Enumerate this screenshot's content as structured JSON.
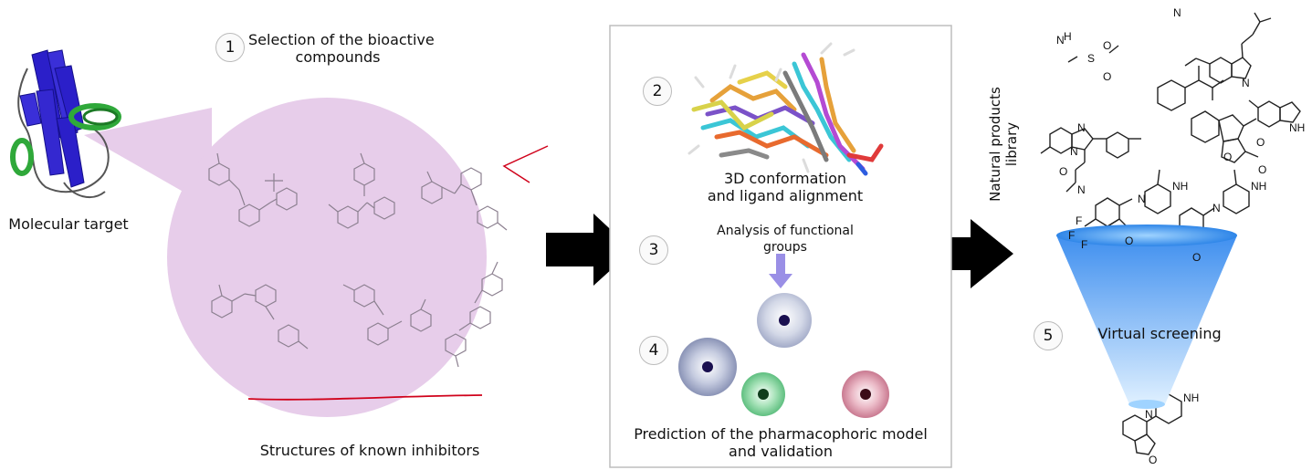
{
  "panel1": {
    "step": "1",
    "title_line1": "Selection of the bioactive",
    "title_line2": "compounds",
    "target_label": "Molecular target",
    "bubble_caption": "Structures of known inhibitors"
  },
  "panel2": {
    "step2": "2",
    "step3": "3",
    "step4": "4",
    "conformation_line1": "3D conformation",
    "conformation_line2": "and ligand alignment",
    "functional_line1": "Analysis of functional",
    "functional_line2": "groups",
    "prediction_line1": "Prediction of the pharmacophoric model",
    "prediction_line2": "and validation"
  },
  "panel3": {
    "library_line1": "Natural products",
    "library_line2": "library",
    "step5": "5",
    "screening_label": "Virtual screening",
    "atom_labels": {
      "n1": "N",
      "s": "S",
      "o1": "O",
      "o2": "O",
      "n2": "N",
      "h1": "H",
      "nmain": "N",
      "n3": "N",
      "n4": "N",
      "o3": "O",
      "n5": "N",
      "nh1": "NH",
      "o4": "O",
      "o5": "O",
      "o6": "O",
      "f1": "F",
      "f2": "F",
      "f3": "F",
      "n6": "N",
      "nh2": "NH",
      "o7": "O",
      "n7": "N",
      "nh3": "NH",
      "o8": "O",
      "nh4": "NH",
      "n8": "N",
      "o9": "O"
    }
  },
  "colors": {
    "bubble": "#e7cdea",
    "arrow": "#000000",
    "funnel_top": "#5aa8f3",
    "funnel_bottom": "#dceffd",
    "annotation_red": "#d0021b",
    "sphere_blue": "#a9b2d0",
    "sphere_green": "#8fd6a6",
    "sphere_pink": "#e4a6b6"
  }
}
